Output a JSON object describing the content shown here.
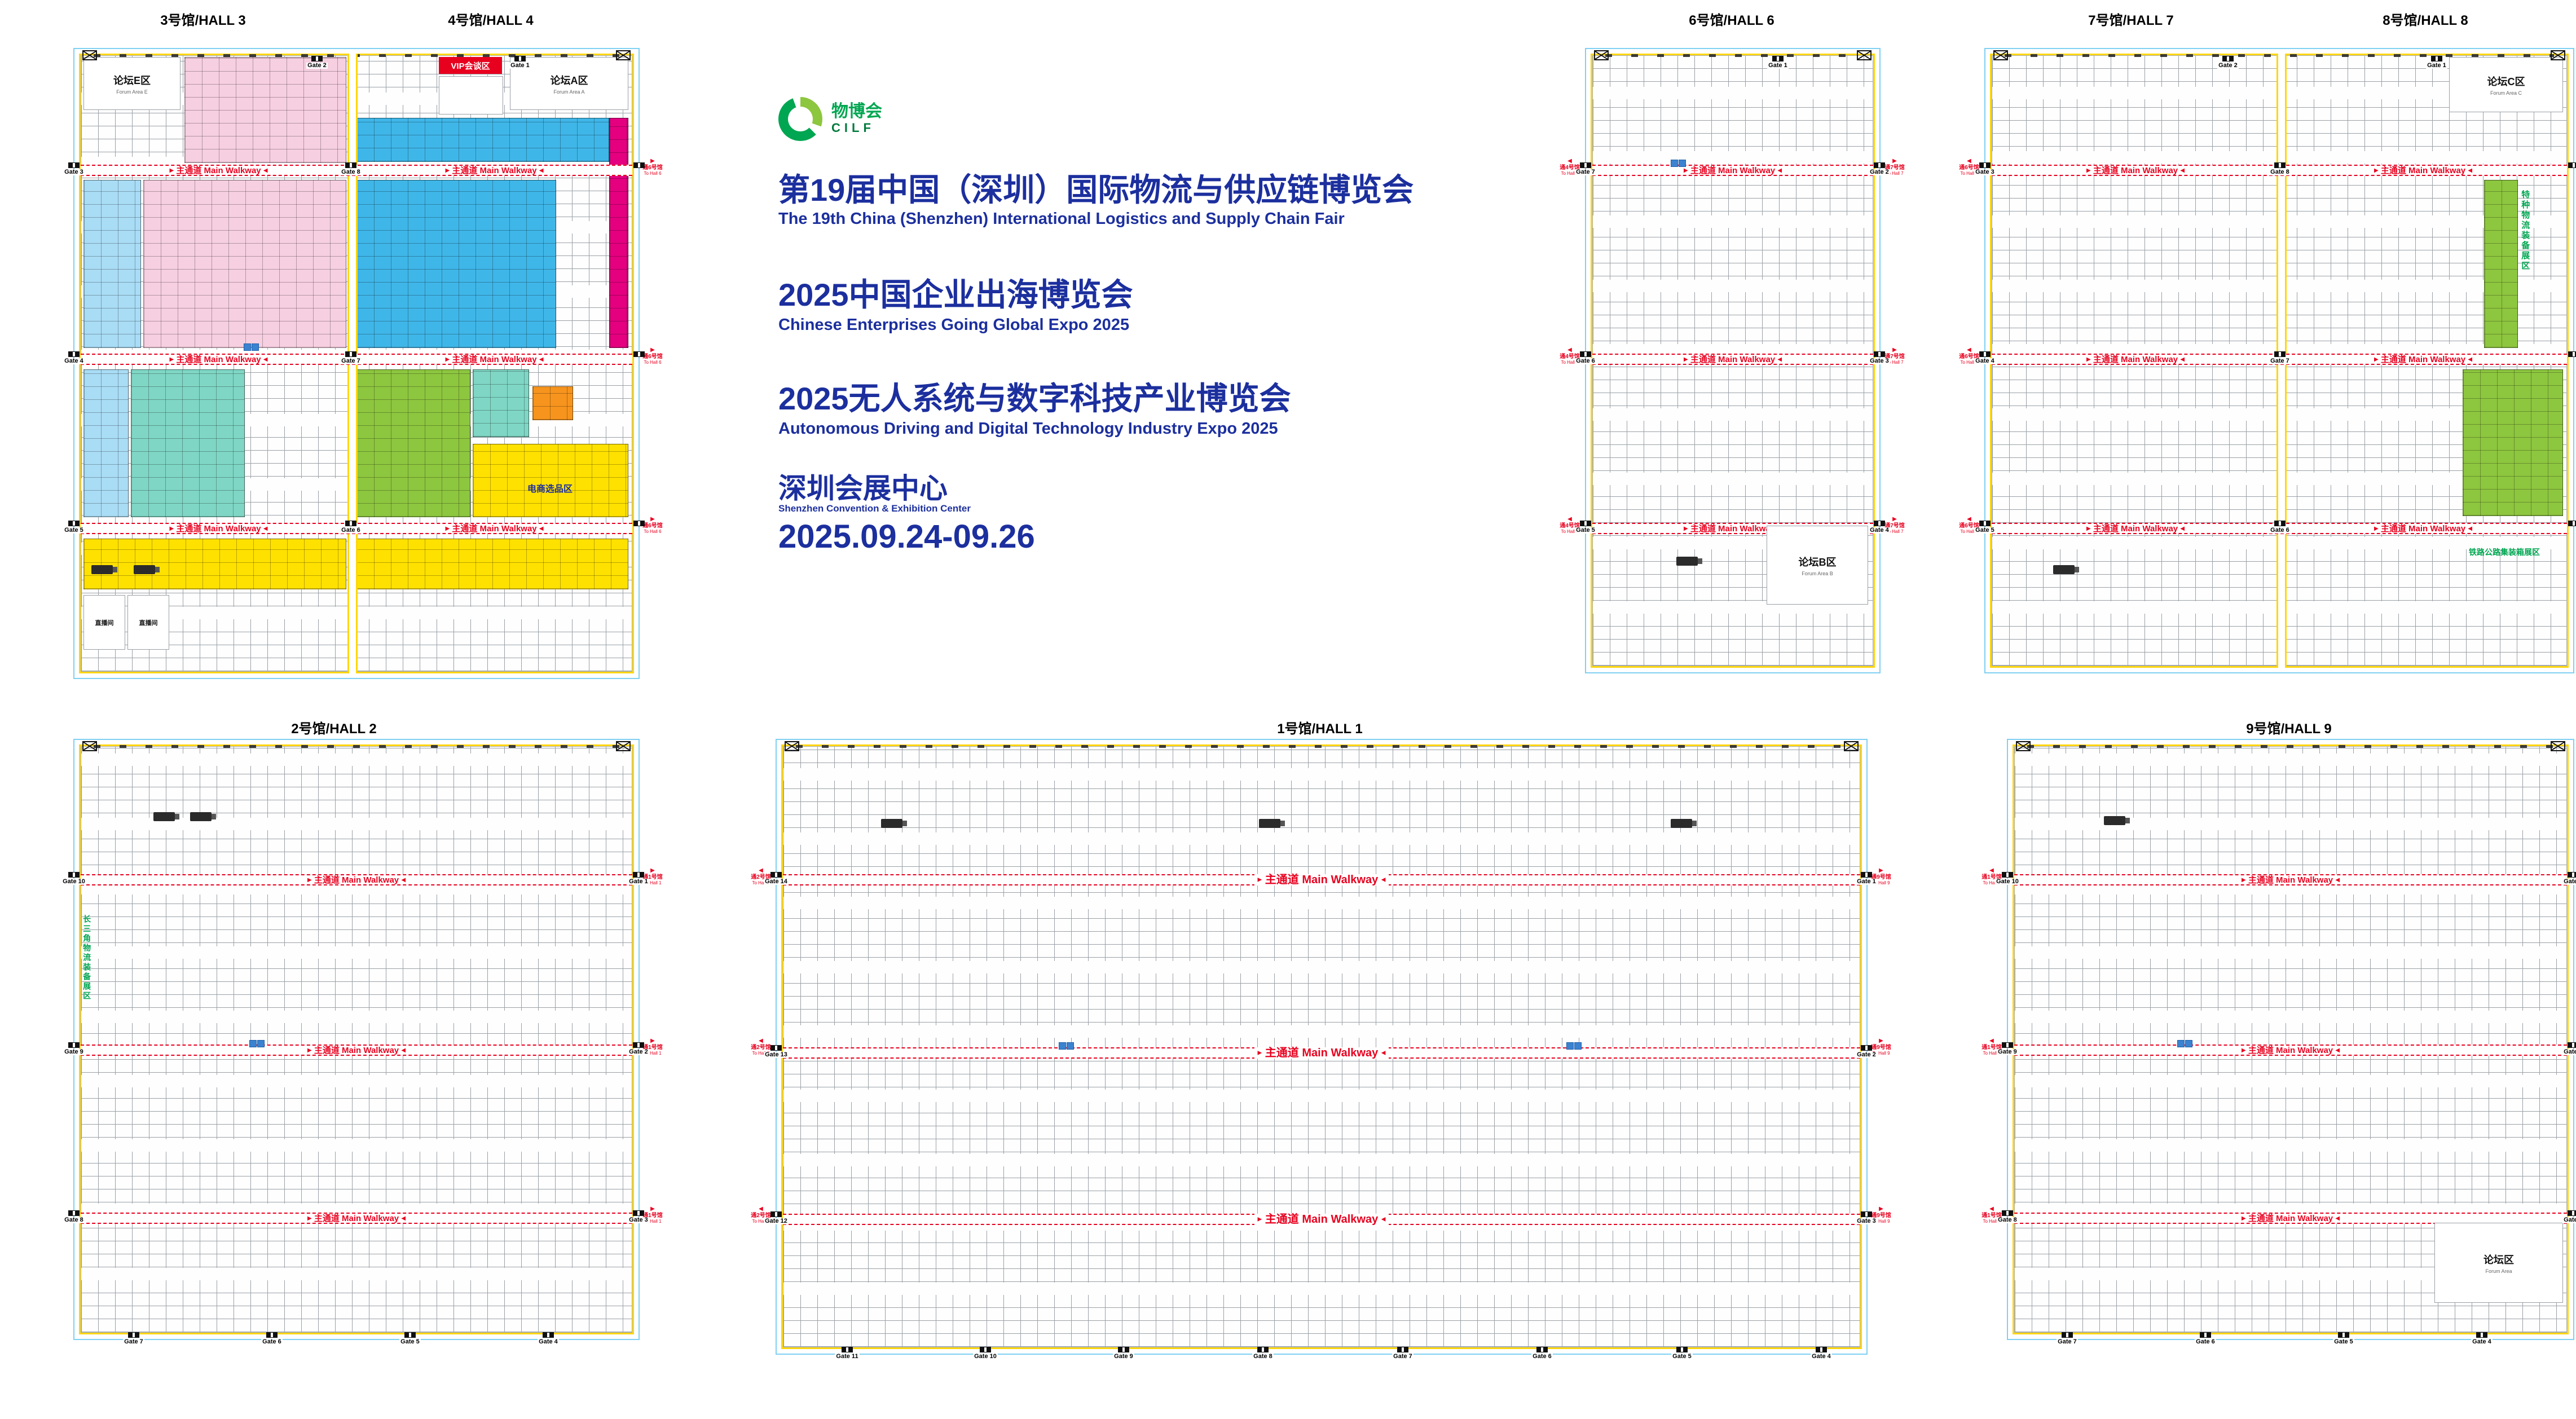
{
  "event": {
    "logo_cn": "物博会",
    "logo_en": "CILF",
    "title1_cn": "第19届中国（深圳）国际物流与供应链博览会",
    "title1_en": "The 19th China (Shenzhen) International Logistics and Supply Chain Fair",
    "title2_cn": "2025中国企业出海博览会",
    "title2_en": "Chinese Enterprises Going Global Expo 2025",
    "title3_cn": "2025无人系统与数字科技产业博览会",
    "title3_en": "Autonomous Driving and Digital Technology Industry Expo 2025",
    "venue_cn": "深圳会展中心",
    "venue_en": "Shenzhen Convention & Exhibition Center",
    "dates": "2025.09.24-09.26"
  },
  "labels": {
    "walkway": "主通道 Main Walkway",
    "vip": "VIP会谈区",
    "ecommerce": "电商选品区",
    "live": "直播间",
    "zone_hall2": "长三角物流装备展区",
    "zone_hall8_a": "特种物流装备展区",
    "zone_hall8_b": "铁路公路集装箱展区"
  },
  "halls": {
    "h1": {
      "title": "1号馆/HALL 1"
    },
    "h2": {
      "title": "2号馆/HALL 2"
    },
    "h3": {
      "title": "3号馆/HALL 3"
    },
    "h4": {
      "title": "4号馆/HALL 4"
    },
    "h6": {
      "title": "6号馆/HALL 6"
    },
    "h7": {
      "title": "7号馆/HALL 7"
    },
    "h8": {
      "title": "8号馆/HALL 8"
    },
    "h9": {
      "title": "9号馆/HALL 9"
    }
  },
  "forums": {
    "a": {
      "cn": "论坛A区",
      "en": "Forum Area A"
    },
    "b": {
      "cn": "论坛B区",
      "en": "Forum Area B"
    },
    "c": {
      "cn": "论坛C区",
      "en": "Forum Area C"
    },
    "e": {
      "cn": "论坛E区",
      "en": "Forum Area E"
    },
    "plain": {
      "cn": "论坛区",
      "en": "Forum Area"
    }
  },
  "gates": {
    "g1": "Gate 1",
    "g2": "Gate 2",
    "g3": "Gate 3",
    "g4": "Gate 4",
    "g5": "Gate 5",
    "g6": "Gate 6",
    "g7": "Gate 7",
    "g8": "Gate 8",
    "g9": "Gate 9",
    "g10": "Gate 10",
    "g11": "Gate 11",
    "g12": "Gate 12",
    "g13": "Gate 13",
    "g14": "Gate 14"
  },
  "connectors": {
    "h1": {
      "cn": "通1号馆",
      "en": "To Hall 1"
    },
    "h2": {
      "cn": "通2号馆",
      "en": "To Hall 2"
    },
    "h4": {
      "cn": "通4号馆",
      "en": "To Hall 4"
    },
    "h6": {
      "cn": "通6号馆",
      "en": "To Hall 6"
    },
    "h7": {
      "cn": "通7号馆",
      "en": "To Hall 7"
    },
    "h9": {
      "cn": "通9号馆",
      "en": "To Hall 9"
    }
  },
  "colors": {
    "accent_blue": "#1c2f9e",
    "walkway_red": "#e8001f",
    "boundary_yellow": "#ffd60a",
    "hall_border_cyan": "#7fd0f2",
    "logo_green": "#00a651"
  }
}
